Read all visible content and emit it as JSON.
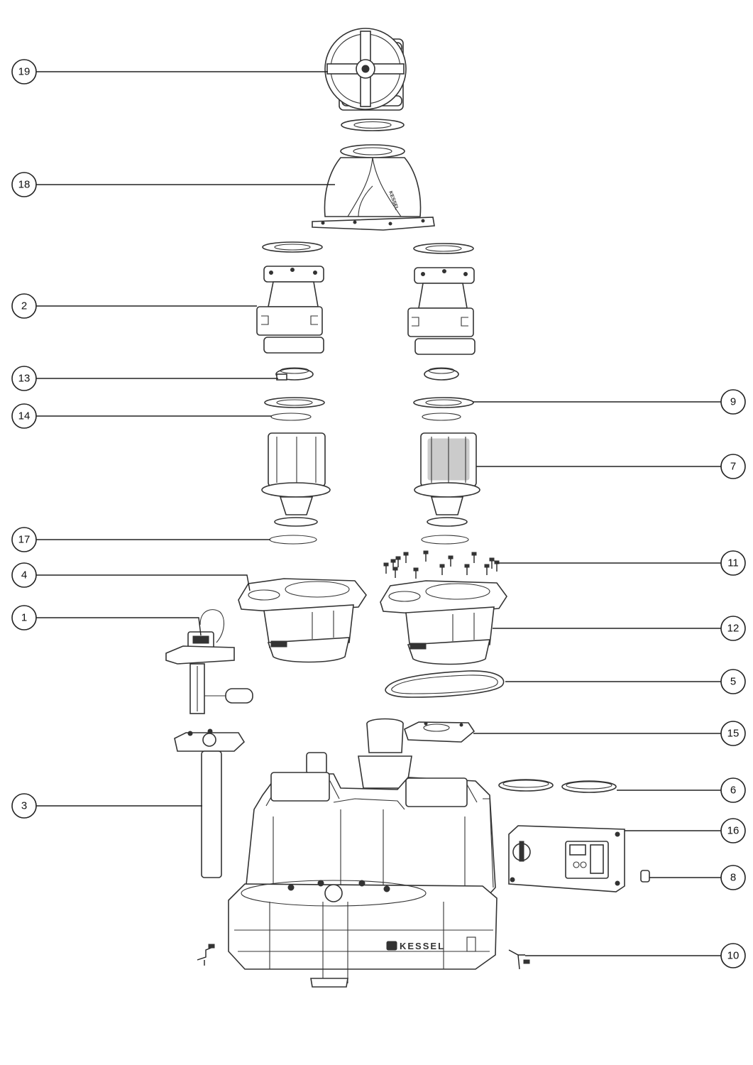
{
  "diagram": {
    "type": "exploded-parts-view",
    "brand_label": "KESSEL",
    "elbow_label": "KESSEL",
    "callouts": [
      {
        "id": "c19",
        "label": "19"
      },
      {
        "id": "c18",
        "label": "18"
      },
      {
        "id": "c2",
        "label": "2"
      },
      {
        "id": "c13",
        "label": "13"
      },
      {
        "id": "c14",
        "label": "14"
      },
      {
        "id": "c17",
        "label": "17"
      },
      {
        "id": "c4",
        "label": "4"
      },
      {
        "id": "c1",
        "label": "1"
      },
      {
        "id": "c3",
        "label": "3"
      },
      {
        "id": "c9",
        "label": "9"
      },
      {
        "id": "c7",
        "label": "7"
      },
      {
        "id": "c11",
        "label": "11"
      },
      {
        "id": "c12",
        "label": "12"
      },
      {
        "id": "c5",
        "label": "5"
      },
      {
        "id": "c15",
        "label": "15"
      },
      {
        "id": "c6",
        "label": "6"
      },
      {
        "id": "c16",
        "label": "16"
      },
      {
        "id": "c8",
        "label": "8"
      },
      {
        "id": "c10",
        "label": "10"
      }
    ]
  }
}
